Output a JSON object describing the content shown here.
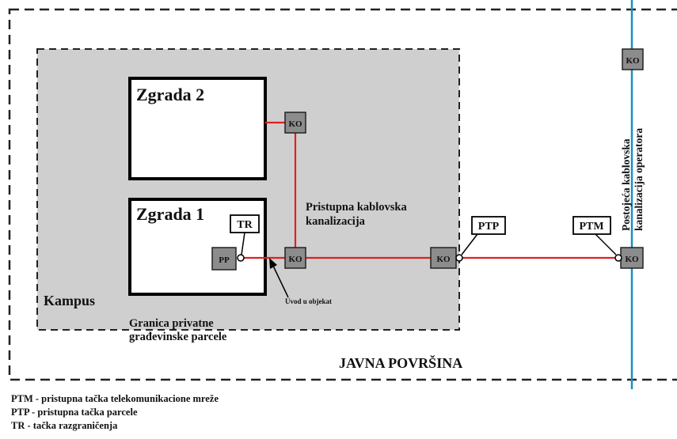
{
  "labels": {
    "zgrada2": "Zgrada 2",
    "zgrada1": "Zgrada 1",
    "kampus": "Kampus",
    "granica_line1": "Granica privatne",
    "granica_line2": "građevinske parcele",
    "pristupna_line1": "Pristupna kablovska",
    "pristupna_line2": "kanalizacija",
    "uvod": "Uvod u objekat",
    "javna": "JAVNA POVRŠINA",
    "postojeca_line1": "Postojeća kablovska",
    "postojeca_line2": "kanalizacija operatora"
  },
  "nodes": {
    "ko": "KO",
    "pp": "PP",
    "tr": "TR",
    "ptp": "PTP",
    "ptm": "PTM"
  },
  "legend": [
    "PTM - pristupna tačka telekomunikacione mreže",
    "PTP - pristupna tačka parcele",
    "TR -  tačka razgraničenja"
  ],
  "colors": {
    "cable": "#e02020",
    "operator_line": "#1a8fc4",
    "campus_fill": "#cfcfcf",
    "node_fill": "#8c8c8c"
  }
}
